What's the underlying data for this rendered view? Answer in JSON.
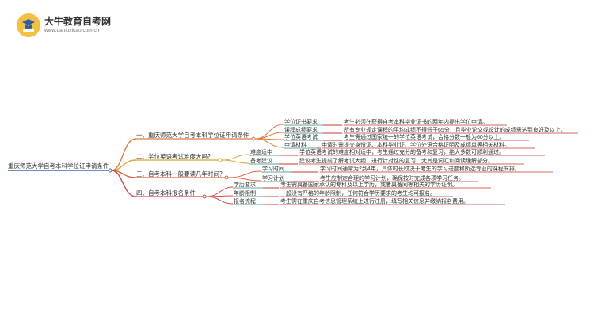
{
  "site": {
    "title": "大牛教育自考网",
    "url": "www.daniuzikao.com.cn"
  },
  "mindmap": {
    "root": "重庆师范大学自考本科学位证申请条件",
    "branches": [
      {
        "label": "一、重庆师范大学自考本科学位证申请条件",
        "children": [
          {
            "label": "学位证书要求",
            "detail": "考生必须在获得自考本科毕业证书的两年内提出学位申请。"
          },
          {
            "label": "课程成绩要求",
            "detail": "所有专业规定课程的平均成绩不得低于65分，且毕业论文或设计的成绩需达到良好及以上。"
          },
          {
            "label": "学位英语考试",
            "detail": "考生需通过国家统一的学位英语考试，合格分数一般为60分以上。"
          },
          {
            "label": "申请材料",
            "detail": "申请时需提交身份证、本科毕业证、学位外语合格证明及成绩单等相关材料。"
          }
        ]
      },
      {
        "label": "二、学位英语考试难度大吗？",
        "children": [
          {
            "label": "难度适中",
            "detail": "学位英语考试的难度相对适中，考生通过充分的备考和复习，绝大多数可顺利通过。"
          },
          {
            "label": "备考建议",
            "detail": "建议考生提前了解考试大纲，进行针对性的复习，尤其是词汇和阅读理解部分。"
          }
        ]
      },
      {
        "label": "三、自考本科一般要读几年时间？",
        "children": [
          {
            "label": "学习时间",
            "detail": "学习时间通常为2到4年，具体时长取决于考生的学习进度和所选专业的课程安排。"
          },
          {
            "label": "学习计划",
            "detail": "考生应制定合理的学习计划，确保按时完成各项学习任务。"
          }
        ]
      },
      {
        "label": "四、自考本科报名条件",
        "children": [
          {
            "label": "学历要求",
            "detail": "考生需具备国家承认的专科及以上学历，或者具备同等相关的学历证明。"
          },
          {
            "label": "年龄限制",
            "detail": "一般没有严格的年龄限制，任何符合学历要求的考生均可报名。"
          },
          {
            "label": "报名流程",
            "detail": "考生需在重庆自考信息管理系统上进行注册，填写相关信息并缴纳报名费用。"
          }
        ]
      }
    ]
  },
  "colors": {
    "root_line": "#3d6fb5",
    "branch1": "#e07a3f",
    "branch2": "#d9a93a",
    "branch3": "#e0663a",
    "branch4": "#d94848",
    "detail_line": "#c0392b",
    "leaf_line": "#5aa7a0"
  }
}
